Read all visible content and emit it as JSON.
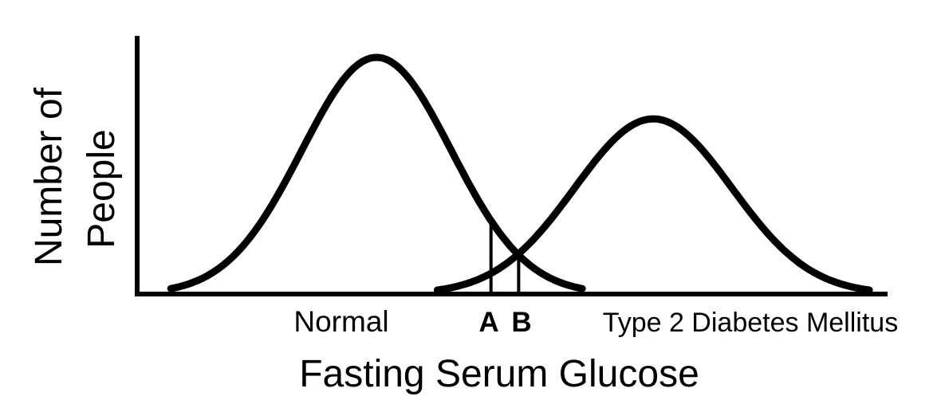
{
  "chart_data": {
    "type": "line",
    "xlabel": "Fasting Serum Glucose",
    "ylabel_lines": [
      "Number of",
      "People"
    ],
    "axis_ticks_shown": false,
    "grid": false,
    "legend": "none",
    "series": [
      {
        "name": "Normal",
        "shape": "normal-distribution",
        "mean": 0.32,
        "sd": 0.1,
        "relative_peak": 1.0
      },
      {
        "name": "Type 2 Diabetes Mellitus",
        "shape": "normal-distribution",
        "mean": 0.69,
        "sd": 0.105,
        "relative_peak": 0.74
      }
    ],
    "markers": [
      {
        "label": "A",
        "x": 0.473
      },
      {
        "label": "B",
        "x": 0.51
      }
    ],
    "colors": {
      "line": "#000000",
      "background": "#ffffff"
    }
  }
}
